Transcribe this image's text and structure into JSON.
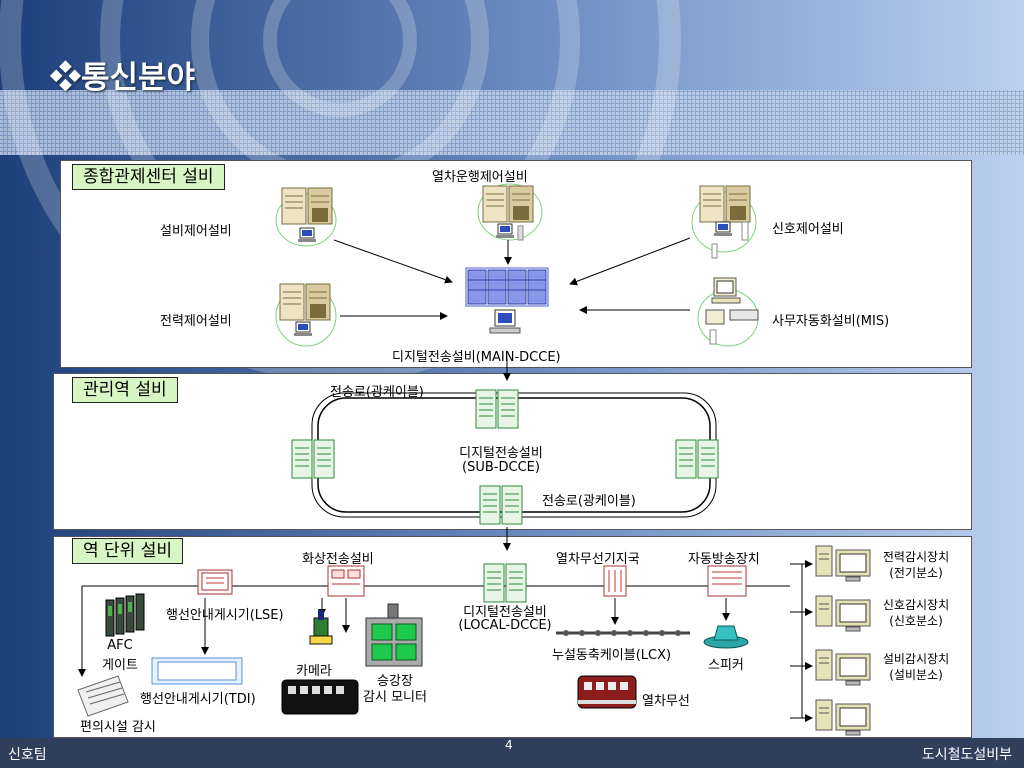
{
  "title": "❖통신분야",
  "footer": {
    "left": "신호팀",
    "page": "4",
    "right": "도시철도설비부"
  },
  "colors": {
    "section_label_bg": "#d8f5c4",
    "server_green": "#2e8b3a",
    "server_beige": "#d9caa0",
    "dcce_blue": "#4b5bd6"
  },
  "sections": {
    "central": {
      "label": "종합관제센터 설비",
      "train_control": "열차운행제어설비",
      "facility_control": "설비제어설비",
      "signal_control": "신호제어설비",
      "power_control": "전력제어설비",
      "office_automation": "사무자동화설비(MIS)",
      "main_dcce": "디지털전송설비(MAIN-DCCE)"
    },
    "management": {
      "label": "관리역 설비",
      "fiber_top": "전송로(광케이블)",
      "fiber_bottom": "전송로(광케이블)",
      "sub_dcce_line1": "디지털전송설비",
      "sub_dcce_line2": "(SUB-DCCE)"
    },
    "station": {
      "label": "역 단위 설비",
      "video_transmission": "화상전송설비",
      "train_radio_station": "열차무선기지국",
      "auto_broadcast": "자동방송장치",
      "power_monitor_line1": "전력감시장치",
      "power_monitor_line2": "(전기분소)",
      "signal_monitor_line1": "신호감시장치",
      "signal_monitor_line2": "(신호분소)",
      "facility_monitor_line1": "설비감시장치",
      "facility_monitor_line2": "(설비분소)",
      "lse": "행선안내게시기(LSE)",
      "afc_line1": "AFC",
      "afc_line2": "게이트",
      "tdi": "행선안내게시기(TDI)",
      "camera": "카메라",
      "platform_monitor_line1": "승강장",
      "platform_monitor_line2": "감시 모니터",
      "local_dcce_line1": "디지털전송설비",
      "local_dcce_line2": "(LOCAL-DCCE)",
      "lcx": "누설동축케이블(LCX)",
      "speaker": "스피커",
      "train_radio": "열차무선",
      "convenience_monitor": "편의시설 감시"
    }
  }
}
